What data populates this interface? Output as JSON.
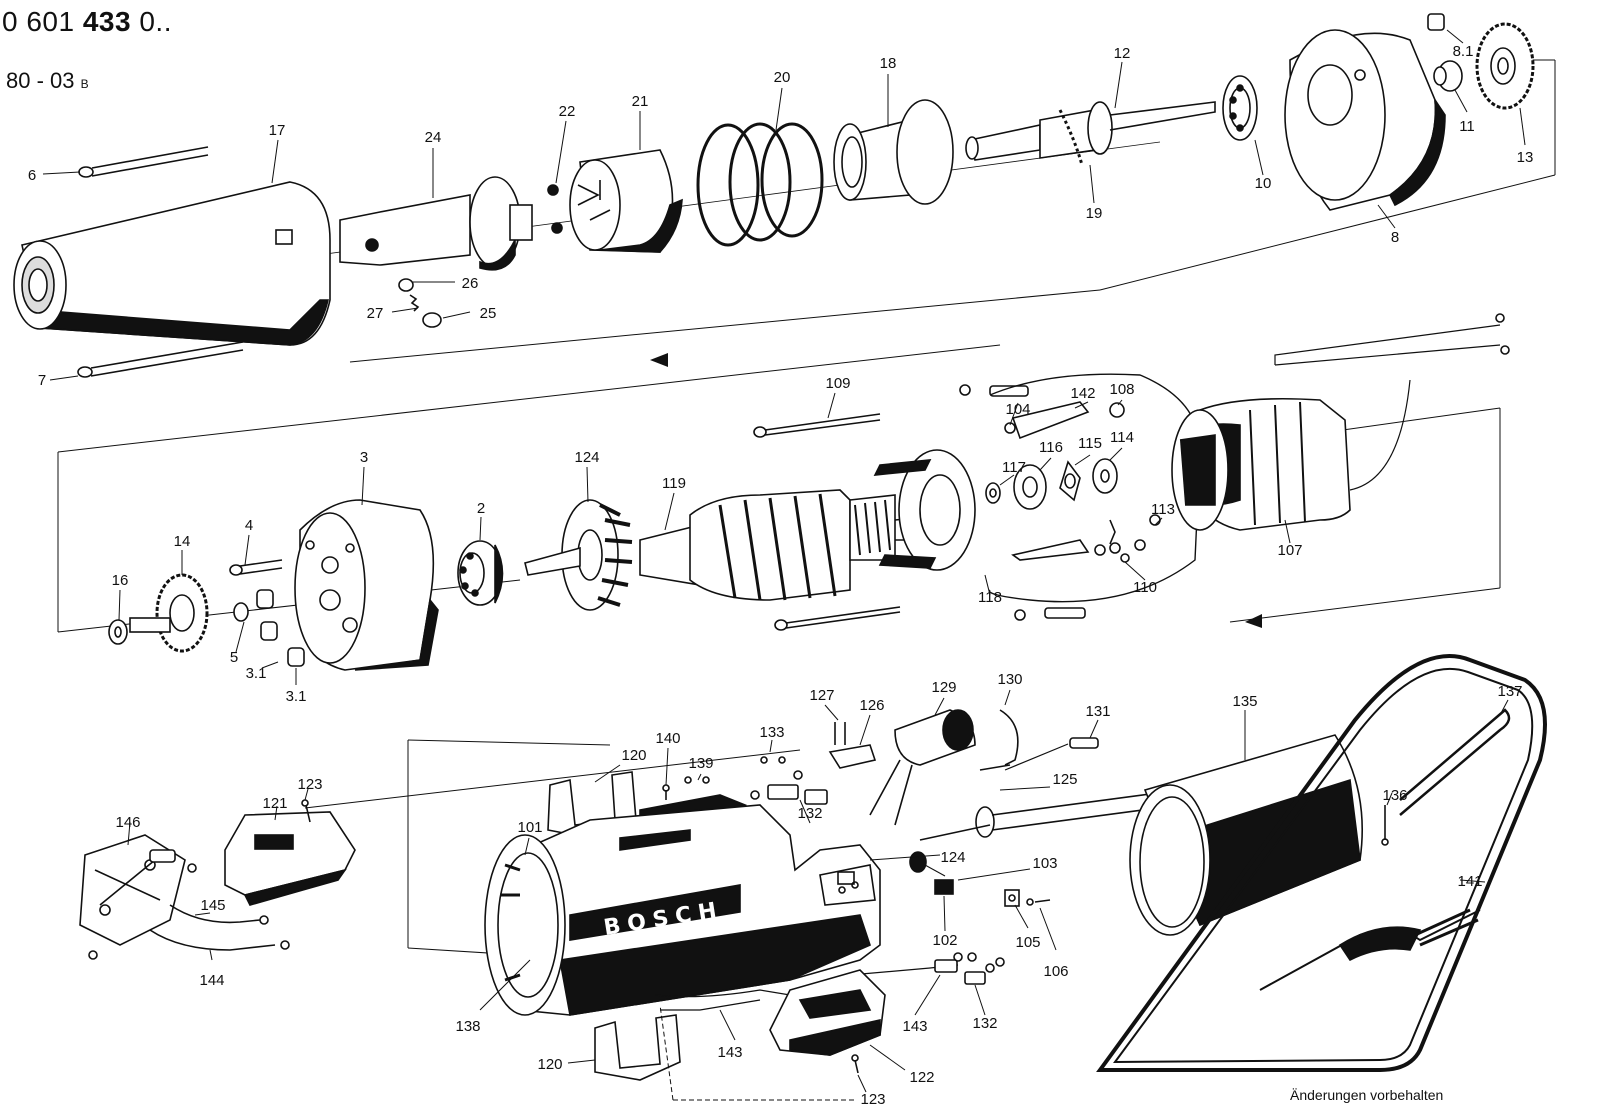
{
  "header": {
    "number_prefix": "0 601 ",
    "number_bold": "433",
    "number_suffix": " 0..",
    "sub_main": "80 - 03",
    "sub_small": "B"
  },
  "footer": {
    "note": "Änderungen vorbehalten"
  },
  "brand_plate": "BOSCH",
  "colors": {
    "ink": "#111111",
    "paper": "#ffffff",
    "shade": "#1a1a1a"
  },
  "parts": [
    {
      "id": "p6",
      "label": "6"
    },
    {
      "id": "p17",
      "label": "17"
    },
    {
      "id": "p7",
      "label": "7"
    },
    {
      "id": "p24",
      "label": "24"
    },
    {
      "id": "p26",
      "label": "26"
    },
    {
      "id": "p27",
      "label": "27"
    },
    {
      "id": "p25",
      "label": "25"
    },
    {
      "id": "p22",
      "label": "22"
    },
    {
      "id": "p21",
      "label": "21"
    },
    {
      "id": "p20",
      "label": "20"
    },
    {
      "id": "p18",
      "label": "18"
    },
    {
      "id": "p12",
      "label": "12"
    },
    {
      "id": "p19",
      "label": "19"
    },
    {
      "id": "p10",
      "label": "10"
    },
    {
      "id": "p8",
      "label": "8"
    },
    {
      "id": "p81",
      "label": "8.1"
    },
    {
      "id": "p11",
      "label": "11"
    },
    {
      "id": "p13",
      "label": "13"
    },
    {
      "id": "p109",
      "label": "109"
    },
    {
      "id": "p104",
      "label": "104"
    },
    {
      "id": "p142",
      "label": "142"
    },
    {
      "id": "p108",
      "label": "108"
    },
    {
      "id": "p3",
      "label": "3"
    },
    {
      "id": "p124a",
      "label": "124"
    },
    {
      "id": "p119",
      "label": "119"
    },
    {
      "id": "p117",
      "label": "117"
    },
    {
      "id": "p116",
      "label": "116"
    },
    {
      "id": "p115",
      "label": "115"
    },
    {
      "id": "p114",
      "label": "114"
    },
    {
      "id": "p113",
      "label": "113"
    },
    {
      "id": "p110",
      "label": "110"
    },
    {
      "id": "p118",
      "label": "118"
    },
    {
      "id": "p107",
      "label": "107"
    },
    {
      "id": "p14",
      "label": "14"
    },
    {
      "id": "p4",
      "label": "4"
    },
    {
      "id": "p2",
      "label": "2"
    },
    {
      "id": "p16",
      "label": "16"
    },
    {
      "id": "p5",
      "label": "5"
    },
    {
      "id": "p31a",
      "label": "3.1"
    },
    {
      "id": "p31b",
      "label": "3.1"
    },
    {
      "id": "p129",
      "label": "129"
    },
    {
      "id": "p130",
      "label": "130"
    },
    {
      "id": "p127",
      "label": "127"
    },
    {
      "id": "p126",
      "label": "126"
    },
    {
      "id": "p131",
      "label": "131"
    },
    {
      "id": "p135",
      "label": "135"
    },
    {
      "id": "p137",
      "label": "137"
    },
    {
      "id": "p133",
      "label": "133"
    },
    {
      "id": "p140",
      "label": "140"
    },
    {
      "id": "p120a",
      "label": "120"
    },
    {
      "id": "p139",
      "label": "139"
    },
    {
      "id": "p132a",
      "label": "132"
    },
    {
      "id": "p125",
      "label": "125"
    },
    {
      "id": "p136",
      "label": "136"
    },
    {
      "id": "p123a",
      "label": "123"
    },
    {
      "id": "p121",
      "label": "121"
    },
    {
      "id": "p146",
      "label": "146"
    },
    {
      "id": "p101",
      "label": "101"
    },
    {
      "id": "p124b",
      "label": "124"
    },
    {
      "id": "p103",
      "label": "103"
    },
    {
      "id": "p141",
      "label": "141"
    },
    {
      "id": "p145",
      "label": "145"
    },
    {
      "id": "p102",
      "label": "102"
    },
    {
      "id": "p105",
      "label": "105"
    },
    {
      "id": "p106",
      "label": "106"
    },
    {
      "id": "p144",
      "label": "144"
    },
    {
      "id": "p138",
      "label": "138"
    },
    {
      "id": "p143a",
      "label": "143"
    },
    {
      "id": "p132b",
      "label": "132"
    },
    {
      "id": "p143b",
      "label": "143"
    },
    {
      "id": "p120b",
      "label": "120"
    },
    {
      "id": "p122",
      "label": "122"
    },
    {
      "id": "p123b",
      "label": "123"
    }
  ]
}
